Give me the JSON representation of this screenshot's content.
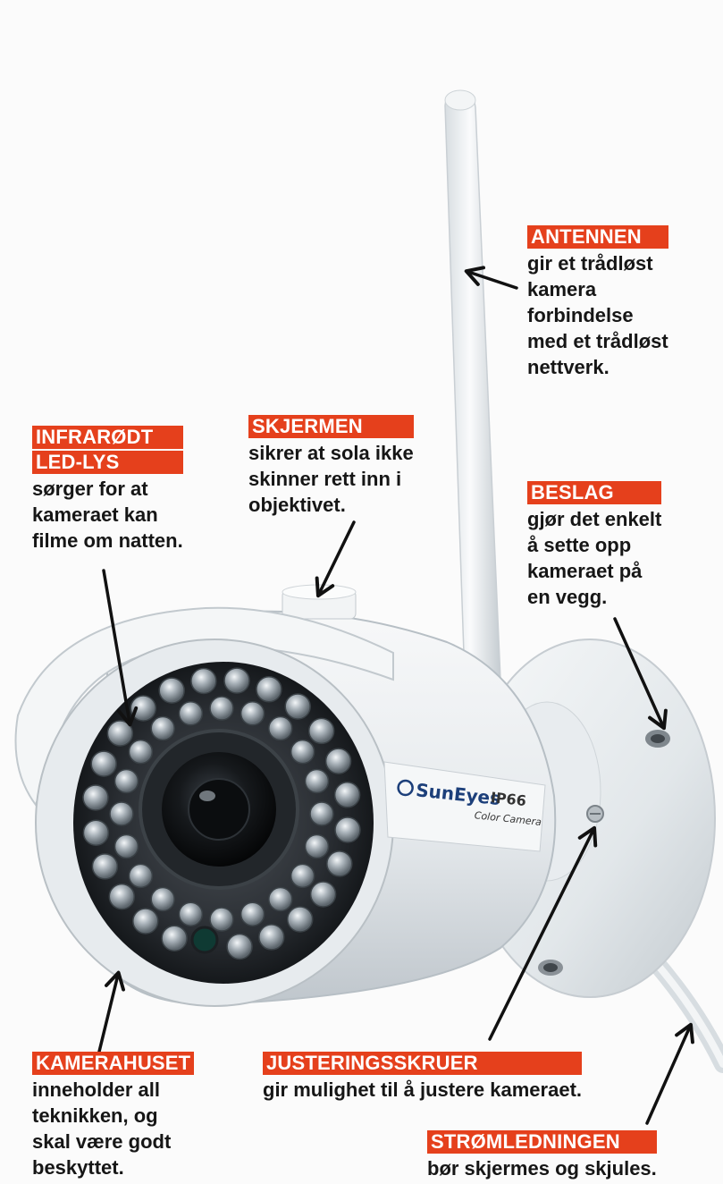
{
  "product": {
    "brand": "SunEyes",
    "rating": "IP66",
    "model_caption": "Color Camera"
  },
  "callouts": {
    "antennen": {
      "label": "ANTENNEN",
      "description": "gir et trådløst\nkamera\nforbindelse\nmed et trådløst\nnettverk."
    },
    "infrarodt": {
      "label_line1": "INFRARØDT",
      "label_line2": "LED-LYS",
      "description": "sørger for at\nkameraet kan\nfilme om natten."
    },
    "skjermen": {
      "label": "SKJERMEN",
      "description": "sikrer at sola ikke\nskinner rett inn i\nobjektivet."
    },
    "beslag": {
      "label": "BESLAG",
      "description": "gjør det enkelt\nå sette opp\nkameraet på\nen vegg."
    },
    "kamerahuset": {
      "label": "KAMERAHUSET",
      "description": "inneholder all\nteknikken, og\nskal være godt\nbeskyttet."
    },
    "justeringsskruer": {
      "label": "JUSTERINGSSKRUER",
      "description": "gir mulighet til å justere kameraet."
    },
    "stromledningen": {
      "label": "STRØMLEDNINGEN",
      "description": "bør skjermes og skjules."
    }
  },
  "colors": {
    "label_background": "#e5401c",
    "label_text": "#ffffff",
    "body_text": "#161616",
    "camera_body": "#e9edf0"
  }
}
